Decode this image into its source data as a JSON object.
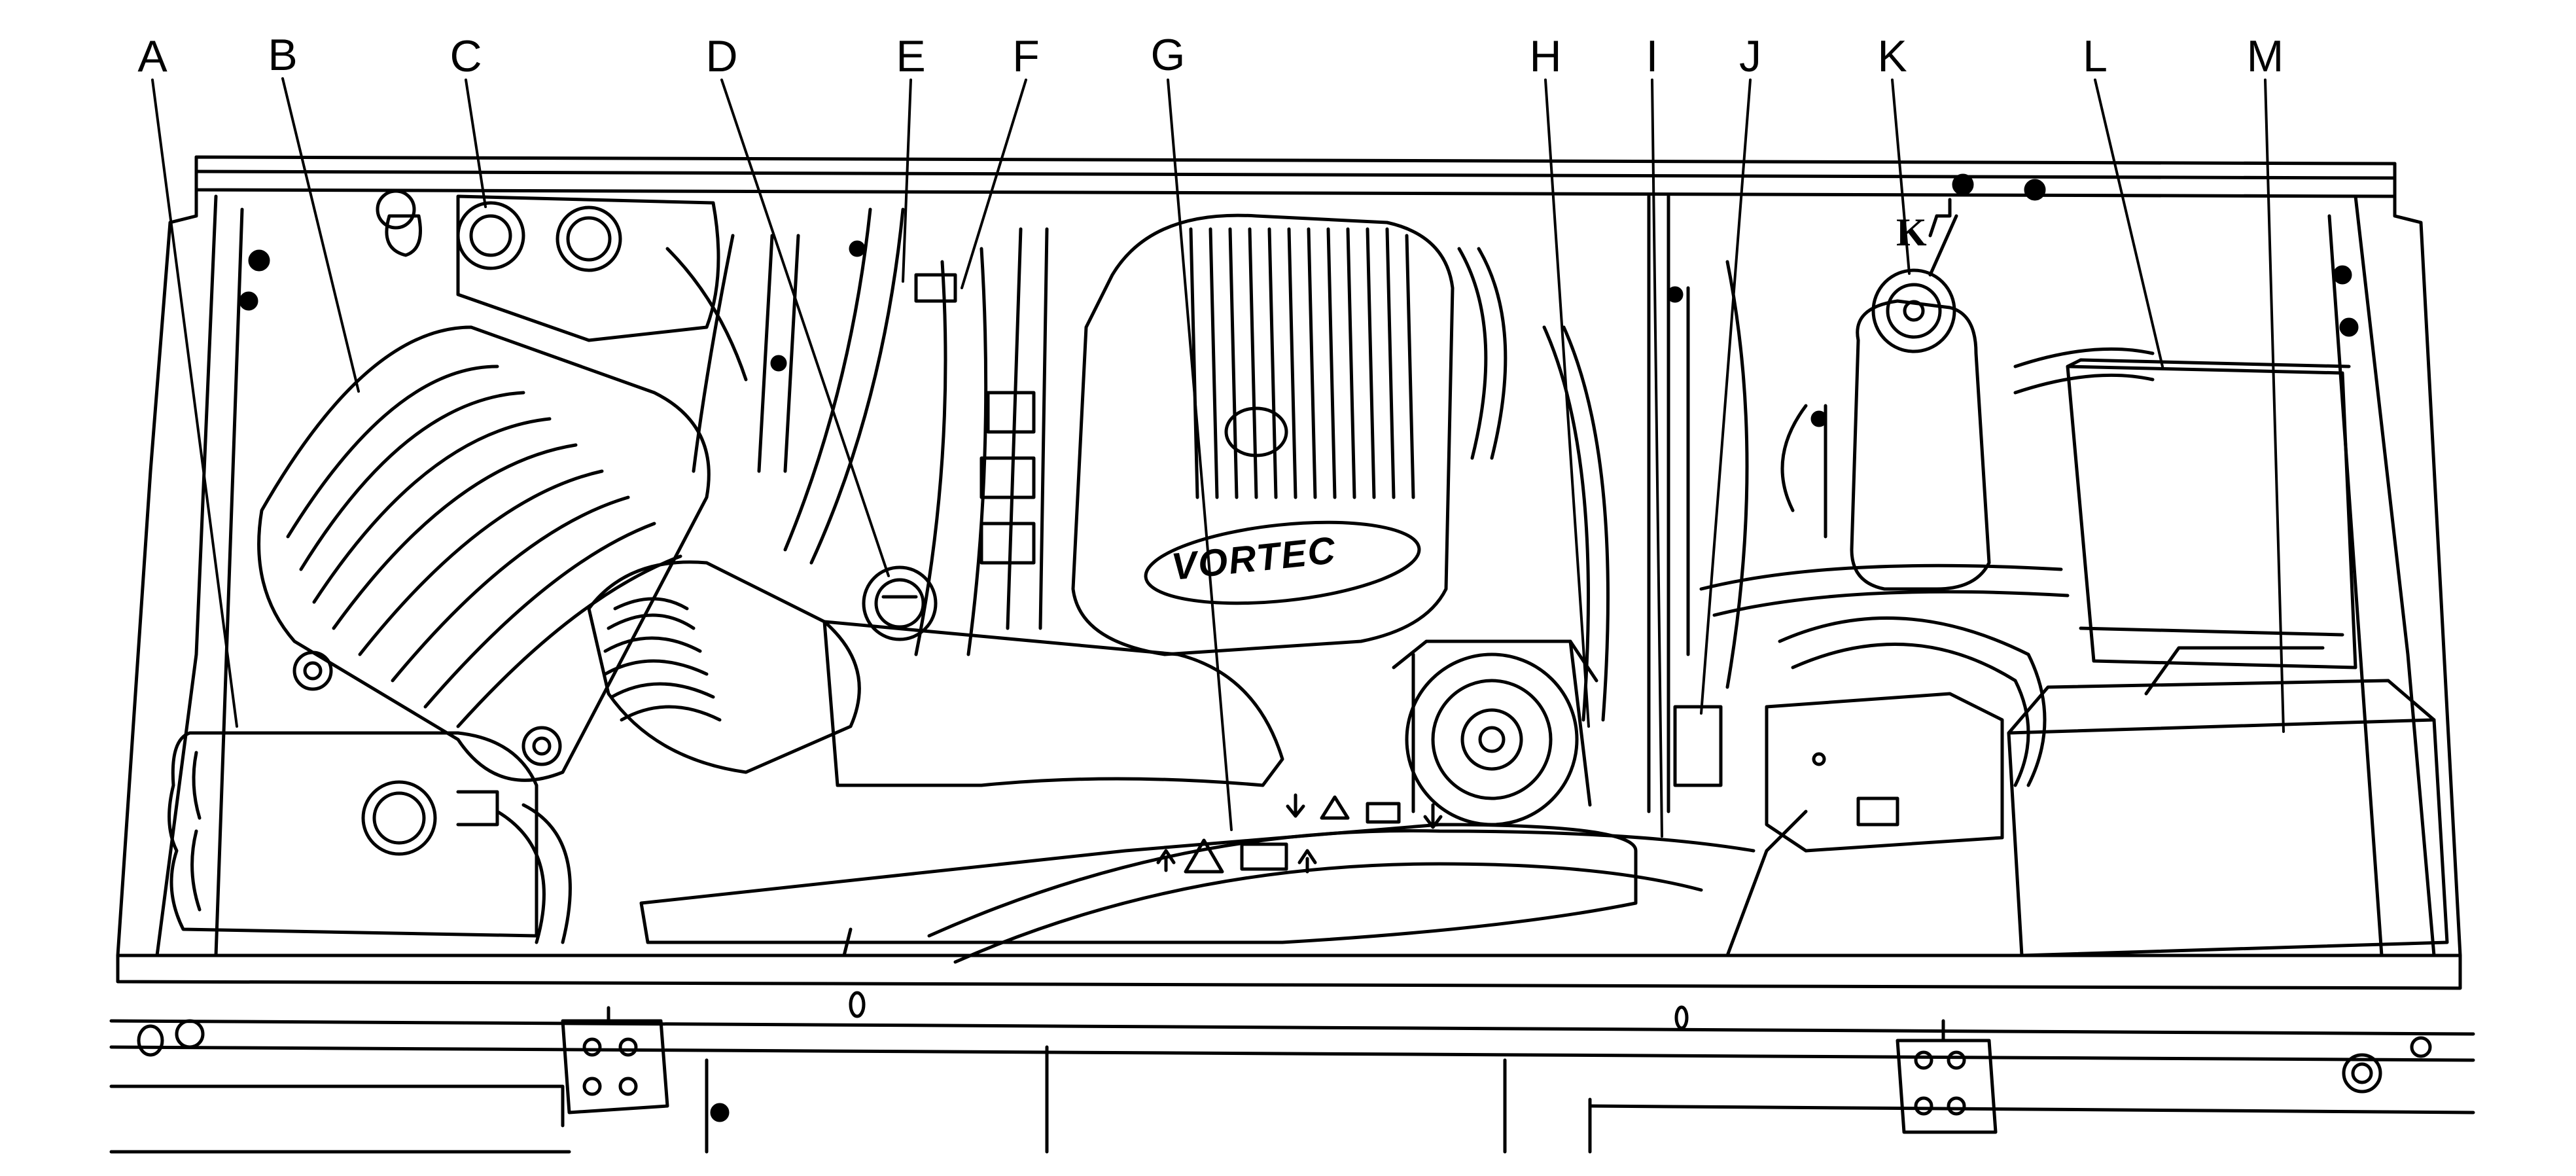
{
  "figure": {
    "callouts": [
      {
        "id": "A",
        "label": "A"
      },
      {
        "id": "B",
        "label": "B"
      },
      {
        "id": "C",
        "label": "C"
      },
      {
        "id": "D",
        "label": "D"
      },
      {
        "id": "E",
        "label": "E"
      },
      {
        "id": "F",
        "label": "F"
      },
      {
        "id": "G",
        "label": "G"
      },
      {
        "id": "H",
        "label": "H"
      },
      {
        "id": "I",
        "label": "I"
      },
      {
        "id": "J",
        "label": "J"
      },
      {
        "id": "K",
        "label": "K"
      },
      {
        "id": "L",
        "label": "L"
      },
      {
        "id": "M",
        "label": "M"
      }
    ],
    "inset_label": "K",
    "engine_cover_text": "VORTEC"
  }
}
